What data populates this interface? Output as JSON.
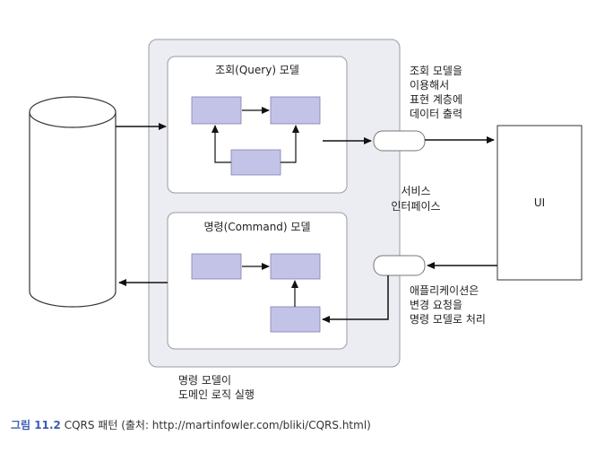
{
  "diagram": {
    "query_model_title": "조회(Query) 모델",
    "command_model_title": "명령(Command) 모델",
    "service_interface_line1": "서비스",
    "service_interface_line2": "인터페이스",
    "ui_label": "UI",
    "query_note": [
      "조회 모델을",
      "이용해서",
      "표현 계층에",
      "데이터 출력"
    ],
    "command_note": [
      "애플리케이션은",
      "변경 요청을",
      "명령 모델로 처리"
    ],
    "domain_note": [
      "명령 모델이",
      "도메인 로직 실행"
    ]
  },
  "caption": {
    "figure_number": "그림 11.2",
    "text": "CQRS 패턴 (출처: http://martinfowler.com/bliki/CQRS.html)"
  },
  "colors": {
    "service_fill": "#ececf3",
    "service_stroke": "#9a9aa6",
    "inner_box_fill": "#c3c3e8",
    "inner_box_stroke": "#8080b0",
    "figure_blue": "#3b5bb5"
  }
}
